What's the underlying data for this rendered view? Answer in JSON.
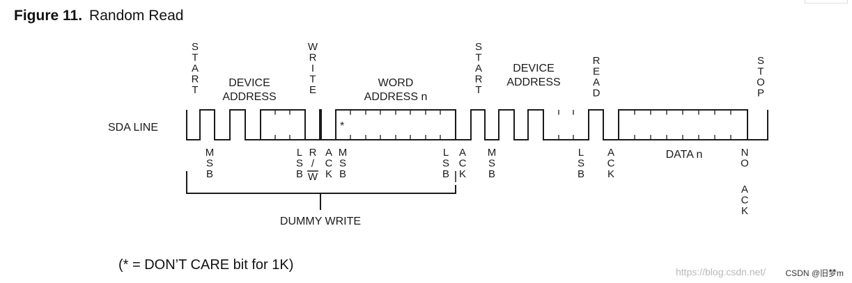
{
  "figure": {
    "number": "Figure 11.",
    "title": "Random Read"
  },
  "diagram": {
    "sda_label": "SDA LINE",
    "dont_care_star": "*",
    "top_labels": {
      "start": "START",
      "device_address": [
        "DEVICE",
        "ADDRESS"
      ],
      "write": "WRITE",
      "word_address": [
        "WORD",
        "ADDRESS n"
      ],
      "start2": "START",
      "device_address2": [
        "DEVICE",
        "ADDRESS"
      ],
      "read": "READ",
      "stop": "STOP"
    },
    "bottom_labels": {
      "msb1": "MSB",
      "lsb1": "LSB",
      "rw_r": "R",
      "rw_slash": "/",
      "rw_w": "W",
      "ack1": "ACK",
      "msb2": "MSB",
      "lsb2": "LSB",
      "ack2": "ACK",
      "msb3": "MSB",
      "lsb3": "LSB",
      "ack3": "ACK",
      "data_n": "DATA n",
      "no": "NO",
      "noack": "ACK"
    },
    "dummy_write": "DUMMY WRITE"
  },
  "footnote": "(* = DON’T CARE bit for 1K)",
  "watermark": "https://blog.csdn.net/",
  "badge": "CSDN @旧梦m"
}
